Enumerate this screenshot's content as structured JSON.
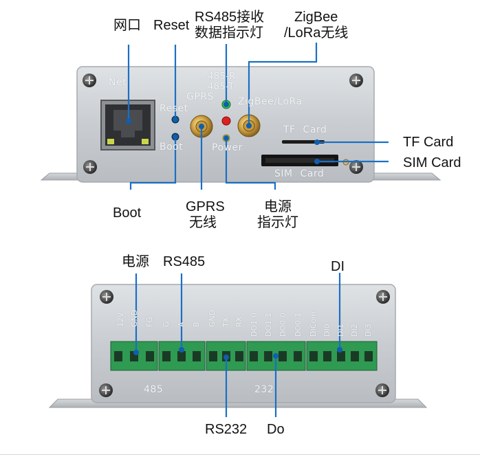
{
  "top_callouts": {
    "net_port": "网口",
    "reset": "Reset",
    "rs485_led_line1": "RS485接收",
    "rs485_led_line2": "数据指示灯",
    "zigbee_line1": "ZigBee",
    "zigbee_line2": "/LoRa无线",
    "tf_card": "TF Card",
    "sim_card": "SIM Card",
    "boot": "Boot",
    "gprs_line1": "GPRS",
    "gprs_line2": "无线",
    "power_line1": "电源",
    "power_line2": "指示灯"
  },
  "top_panel_print": {
    "net": "Net",
    "reset": "Reset",
    "boot": "Boot",
    "led_485r": "485-R",
    "led_485t": "485-T",
    "gprs": "GPRS",
    "zigbee_lora": "ZigBee/LoRa",
    "power": "Power",
    "tf_card": "TF Card",
    "sim_card": "SIM Card"
  },
  "bottom_callouts": {
    "power": "电源",
    "rs485": "RS485",
    "di": "DI",
    "rs232": "RS232",
    "do": "Do"
  },
  "bottom_panel_print": {
    "pins": [
      "12V",
      "GND",
      "FG",
      "G",
      "A",
      "B",
      "GND",
      "TX",
      "RX",
      "DO1-0",
      "DO1-1",
      "DO0-0",
      "DO0-1",
      "DICom",
      "DI0",
      "DI1",
      "DI2",
      "DI3"
    ],
    "label_485": "485",
    "label_232": "232"
  },
  "colors": {
    "callout_line": "#1a6fc4",
    "callout_dot": "#0f5fb0",
    "housing": "#cfd3d7",
    "terminal_green": "#2f9a52",
    "led_green": "#2ecc40",
    "led_red": "#e02020",
    "led_yellow": "#e8d84a"
  }
}
